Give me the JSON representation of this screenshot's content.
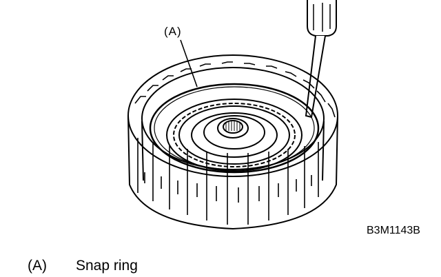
{
  "diagram": {
    "callout_label": "(A)",
    "figure_code": "B3M1143B",
    "legend": [
      {
        "mark": "(A)",
        "text": "Snap ring"
      }
    ],
    "line_color": "#000000",
    "background_color": "#ffffff"
  }
}
